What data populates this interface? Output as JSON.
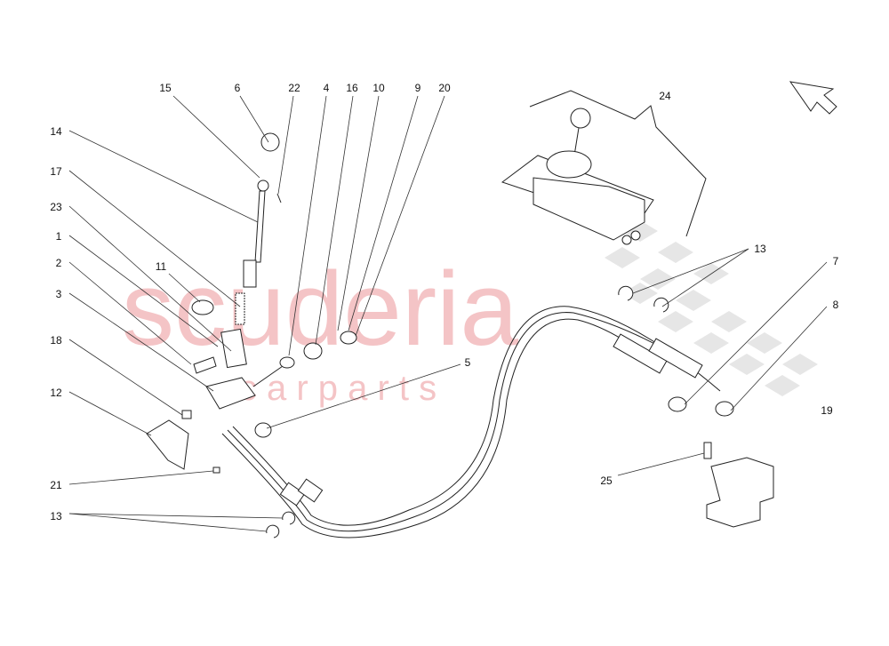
{
  "watermark": {
    "main": "scuderia",
    "sub": "c a r p a r t s",
    "color": "#f4c4c6"
  },
  "labels": {
    "l15": "15",
    "l6": "6",
    "l22": "22",
    "l4": "4",
    "l16": "16",
    "l10": "10",
    "l9": "9",
    "l20": "20",
    "l24": "24",
    "l14": "14",
    "l17": "17",
    "l23": "23",
    "l1": "1",
    "l2": "2",
    "l11": "11",
    "l3": "3",
    "l18": "18",
    "l12": "12",
    "l21": "21",
    "l13a": "13",
    "l5": "5",
    "l13b": "13",
    "l7": "7",
    "l8": "8",
    "l19": "19",
    "l25": "25"
  },
  "icons": {
    "direction": "arrow-up-left-icon"
  }
}
